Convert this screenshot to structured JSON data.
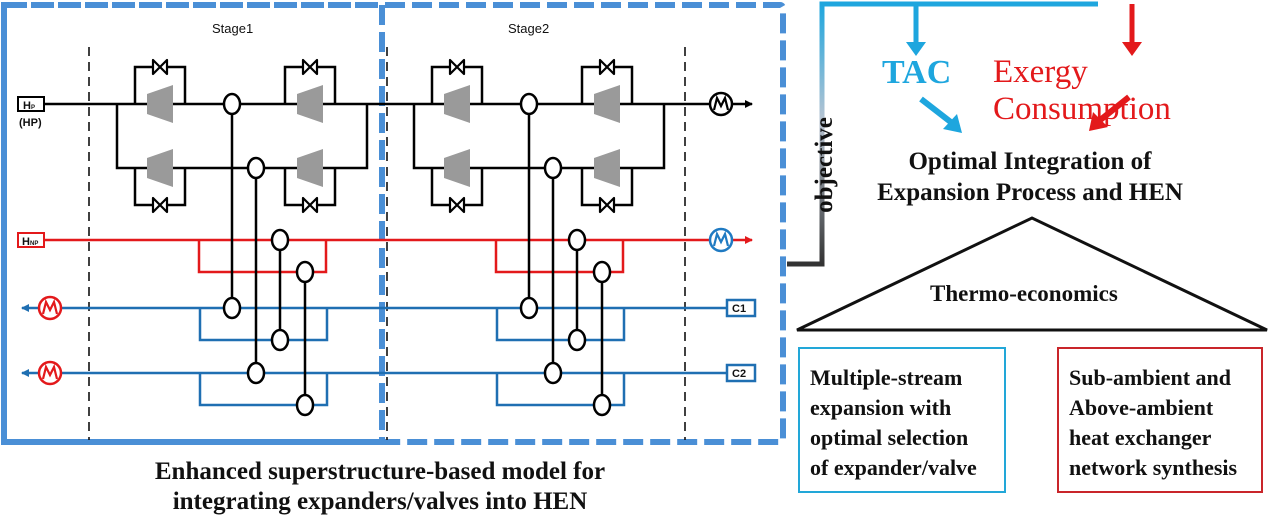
{
  "superstructure": {
    "stages": [
      {
        "label": "Stage1"
      },
      {
        "label": "Stage2"
      }
    ],
    "streams": {
      "hot_pressurized": {
        "tag": "Hp",
        "tag_main": "H",
        "tag_sub": "P",
        "note": "(HP)",
        "color": "#000000"
      },
      "hot_non_pressurized": {
        "tag": "HNP",
        "tag_main": "H",
        "tag_sub": "NP",
        "color": "#e3191b"
      },
      "cold_1": {
        "tag": "C1",
        "color": "#1f6fb2"
      },
      "cold_2": {
        "tag": "C2",
        "color": "#1f6fb2"
      }
    },
    "units": {
      "expander": "expander-icon",
      "valve": "valve-icon",
      "heat_exchanger": "heat-exchanger-icon",
      "utility_heater": "heater-icon",
      "utility_cooler": "cooler-icon"
    },
    "frame_color": "#4a8fd6",
    "caption_lines": [
      "Enhanced superstructure-based model for",
      "integrating expanders/valves into HEN"
    ]
  },
  "objectives": {
    "bracket_label": "objective",
    "tac": {
      "label": "TAC",
      "color": "#1ea6de"
    },
    "exergy": {
      "label": "Exergy Consumption",
      "color": "#e3191b"
    }
  },
  "goal": {
    "title_lines": [
      "Optimal Integration of",
      "Expansion Process and HEN"
    ]
  },
  "method": {
    "label": "Thermo-economics"
  },
  "pillars": [
    {
      "lines": [
        "Multiple-stream",
        "expansion with",
        "optimal selection",
        "of expander/valve"
      ],
      "color": "#22a7d8"
    },
    {
      "lines": [
        "Sub-ambient and",
        "Above-ambient",
        "heat exchanger",
        "network synthesis"
      ],
      "color": "#c9252a"
    }
  ]
}
